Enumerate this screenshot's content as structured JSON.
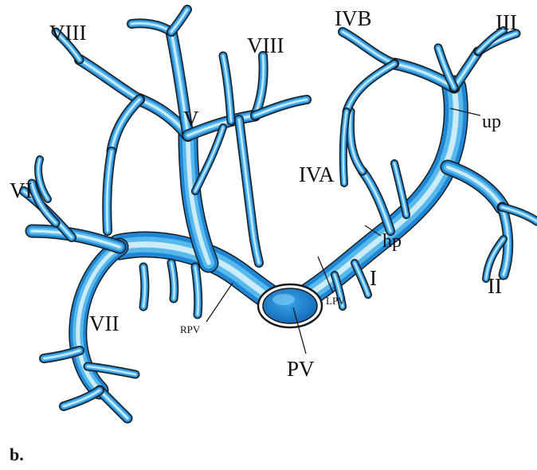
{
  "figure": {
    "panel_letter": "b.",
    "colors": {
      "vessel_dark": "#1f86d6",
      "vessel_mid": "#5bbcec",
      "vessel_light": "#d9f2fd",
      "outline": "#1b1b1b",
      "leader": "#1b1b1b"
    },
    "labels": {
      "viii_left": "VIII",
      "viii_right": "VIII",
      "v": "V",
      "vi": "VI",
      "vii": "VII",
      "iva": "IVA",
      "ivb": "IVB",
      "iii": "III",
      "ii": "II",
      "i": "I",
      "up": "up",
      "hp": "hp",
      "lpv": "LPV",
      "rpv": "RPV",
      "pv": "PV"
    },
    "icons": [
      "portal-vein-diagram"
    ]
  }
}
